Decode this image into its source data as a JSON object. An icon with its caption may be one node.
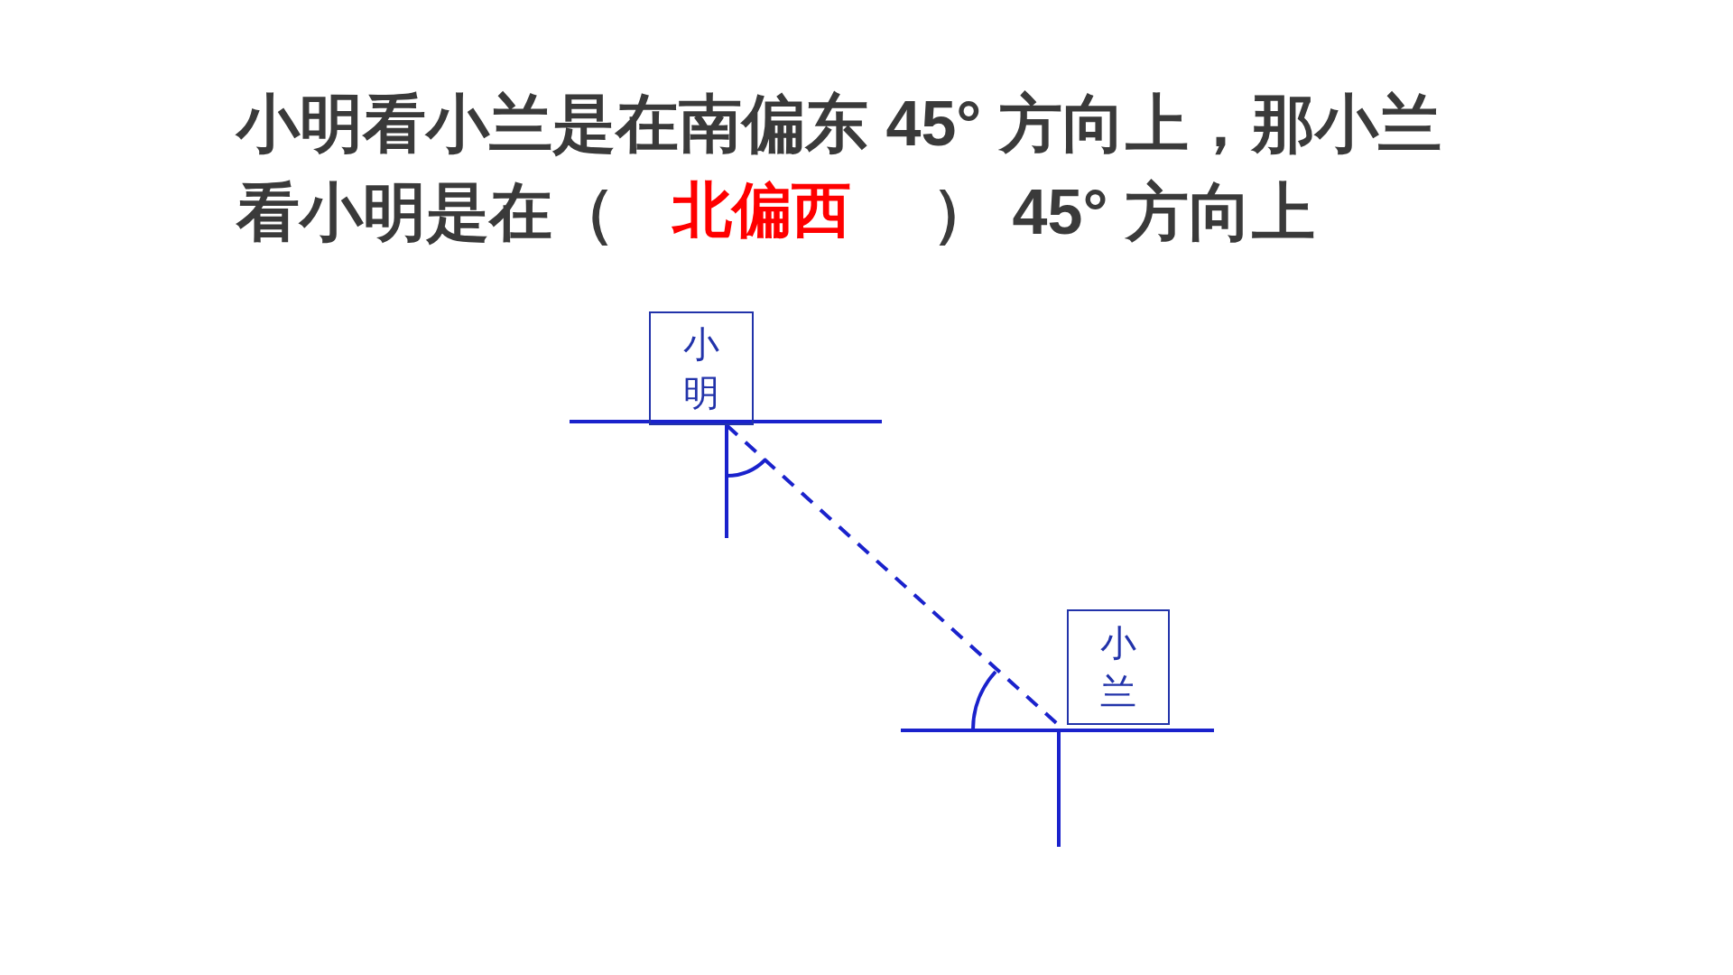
{
  "diagram": {
    "title": "小明看小兰是在南偏东 45° 方向上，那小兰看小明是在（                  ） 45° 方向上",
    "nodes": [
      {
        "text": [
          "小明"
        ]
      },
      {
        "text": [
          "小兰"
        ]
      }
    ],
    "edges": [
      {
        "from": 0,
        "to": 1,
        "arrow": "none",
        "style": "dashed"
      }
    ],
    "labels": [
      "北偏西"
    ]
  }
}
